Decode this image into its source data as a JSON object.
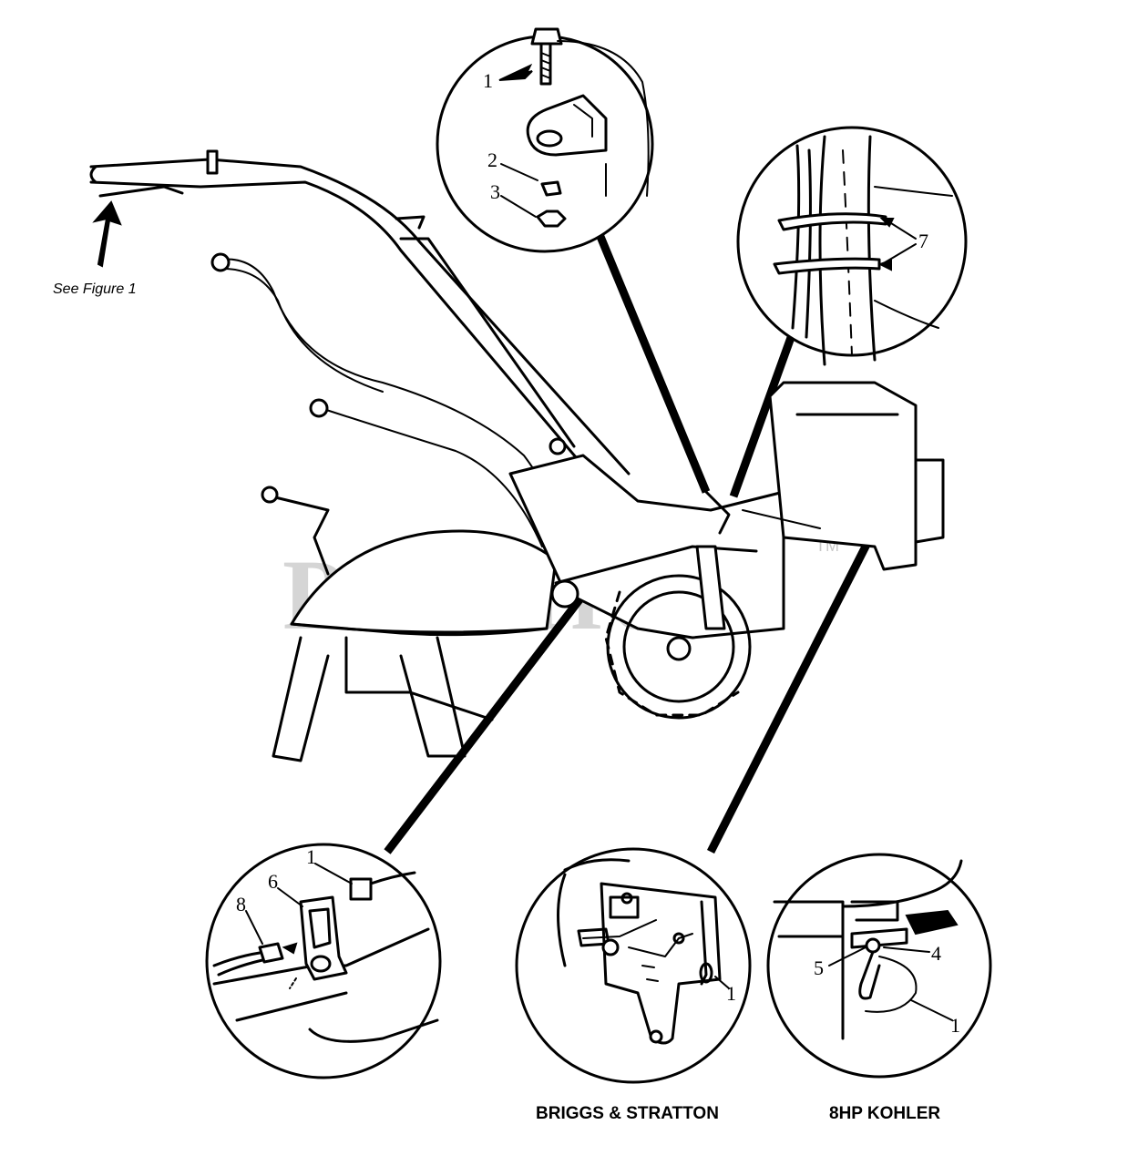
{
  "labels": {
    "see_figure": "See Figure 1",
    "caption_briggs": "BRIGGS & STRATTON",
    "caption_kohler": "8HP KOHLER",
    "watermark": "PartsTree",
    "trademark": "TM"
  },
  "callouts": {
    "top_detail": [
      "1",
      "2",
      "3"
    ],
    "wire_detail": [
      "7"
    ],
    "left_detail": [
      "1",
      "6",
      "8"
    ],
    "briggs_detail": [
      "1"
    ],
    "kohler_detail": [
      "5",
      "4",
      "1"
    ]
  },
  "colors": {
    "ink": "#000000",
    "background": "#ffffff",
    "watermark": "#c8c8c8"
  }
}
